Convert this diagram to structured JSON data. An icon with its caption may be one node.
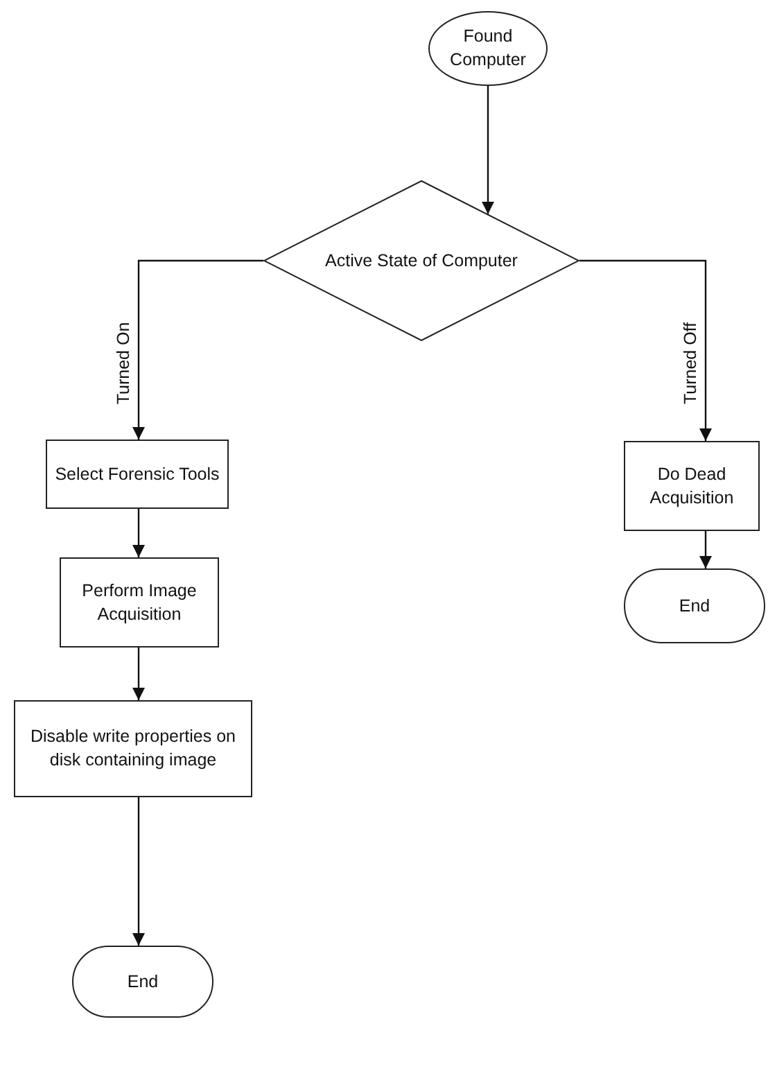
{
  "diagram": {
    "nodes": [
      {
        "text": [
          "Found Computer"
        ]
      },
      {
        "text": [
          "Active State of Computer"
        ]
      },
      {
        "text": [
          "Select Forensic Tools"
        ]
      },
      {
        "text": [
          "Perform Image Acquisition"
        ]
      },
      {
        "text": [
          "Disable write properties on disk containing image"
        ]
      },
      {
        "text": [
          "End"
        ]
      },
      {
        "text": [
          "Do Dead Acquisition"
        ]
      },
      {
        "text": [
          "End"
        ]
      }
    ],
    "edges": [
      {
        "from": 0,
        "to": 1,
        "arrow": "to"
      },
      {
        "from": 1,
        "to": 2,
        "arrow": "to",
        "label": "Turned On"
      },
      {
        "from": 1,
        "to": 6,
        "arrow": "to",
        "label": "Turned Off"
      },
      {
        "from": 2,
        "to": 3,
        "arrow": "to"
      },
      {
        "from": 3,
        "to": 4,
        "arrow": "to"
      },
      {
        "from": 4,
        "to": 5,
        "arrow": "to"
      },
      {
        "from": 6,
        "to": 7,
        "arrow": "to"
      }
    ]
  }
}
